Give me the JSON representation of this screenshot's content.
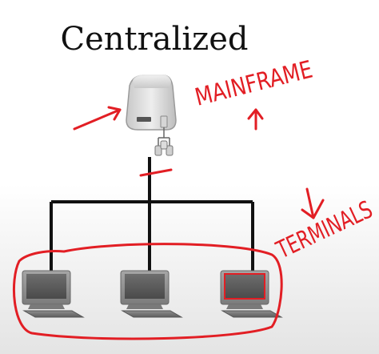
{
  "title": "Centralized",
  "annotations": {
    "mainframe": "MAINFRAME",
    "terminals": "TERMINALS"
  },
  "nodes": {
    "mainframe": "mainframe-server-icon",
    "terminals": [
      "terminal-icon",
      "terminal-icon",
      "terminal-icon"
    ]
  },
  "colors": {
    "ink": "#111111",
    "annotation": "#e21e24",
    "monitor_body": "#8a8a8a",
    "monitor_screen": "#5a5a5a"
  }
}
